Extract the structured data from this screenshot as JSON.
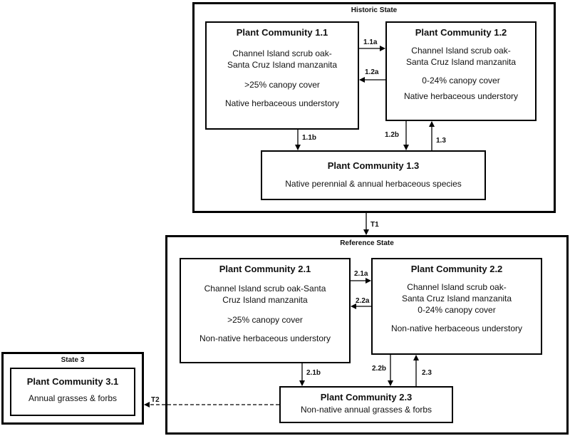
{
  "states": {
    "historic": {
      "title": "Historic State",
      "pc11": {
        "title": "Plant Community 1.1",
        "line1": "Channel Island scrub oak-",
        "line2": "Santa Cruz Island manzanita",
        "line3": ">25% canopy cover",
        "line4": "Native herbaceous understory"
      },
      "pc12": {
        "title": "Plant Community 1.2",
        "line1": "Channel Island scrub oak-",
        "line2": "Santa Cruz Island manzanita",
        "line3": "0-24% canopy cover",
        "line4": "Native herbaceous understory"
      },
      "pc13": {
        "title": "Plant Community 1.3",
        "line1": "Native perennial & annual herbaceous species"
      }
    },
    "reference": {
      "title": "Reference State",
      "pc21": {
        "title": "Plant Community 2.1",
        "line1": "Channel Island scrub oak-Santa",
        "line2": "Cruz Island manzanita",
        "line3": ">25% canopy cover",
        "line4": "Non-native herbaceous understory"
      },
      "pc22": {
        "title": "Plant Community 2.2",
        "line1": "Channel Island scrub oak-",
        "line2": "Santa Cruz Island manzanita",
        "line3": "0-24% canopy cover",
        "line4": "Non-native herbaceous understory"
      },
      "pc23": {
        "title": "Plant Community 2.3",
        "line1": "Non-native annual grasses & forbs"
      }
    },
    "state3": {
      "title": "State 3",
      "pc31": {
        "title": "Plant Community 3.1",
        "line1": "Annual grasses & forbs"
      }
    }
  },
  "transitions": {
    "t11a": "1.1a",
    "t12a": "1.2a",
    "t11b": "1.1b",
    "t12b": "1.2b",
    "t13": "1.3",
    "t1": "T1",
    "t21a": "2.1a",
    "t22a": "2.2a",
    "t21b": "2.1b",
    "t22b": "2.2b",
    "t23": "2.3",
    "t2": "T2"
  }
}
